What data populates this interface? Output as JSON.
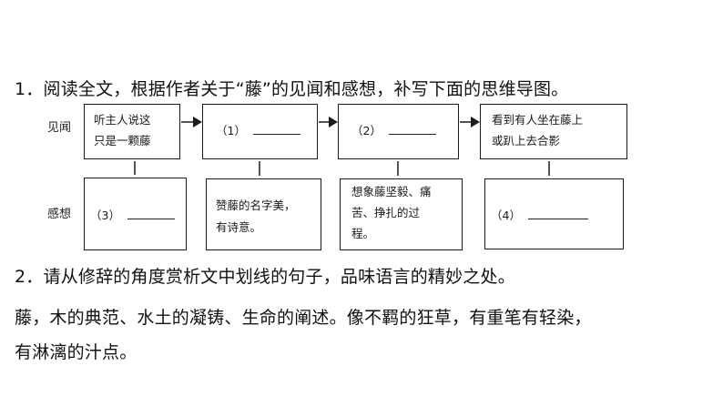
{
  "question1": "1．阅读全文，根据作者关于“藤”的见闻和感想，补写下面的思维导图。",
  "diagram": {
    "row_labels": {
      "jianwen": "见闻",
      "ganxiang": "感想"
    },
    "top_boxes": [
      {
        "line1": "听主人说这",
        "line2": "只是一颗藤"
      },
      {
        "text": "（1）"
      },
      {
        "text": "（2）"
      },
      {
        "line1": "看到有人坐在藤上",
        "line2": "或趴上去合影"
      }
    ],
    "bottom_boxes": [
      {
        "text": "（3）"
      },
      {
        "line1": "赞藤的名字美，",
        "line2": "有诗意。"
      },
      {
        "line1": "想象藤坚毅、痛",
        "line2": "苦、挣扎的过",
        "line3": "程。"
      },
      {
        "text": "（4）"
      }
    ]
  },
  "question2": "2．请从修辞的角度赏析文中划线的句子，品味语言的精妙之处。",
  "answer": {
    "line1": "藤，木的典范、水土的凝铸、生命的阐述。像不羁的狂草，有重笔有轻染，",
    "line2": "有淋漓的汁点。"
  }
}
